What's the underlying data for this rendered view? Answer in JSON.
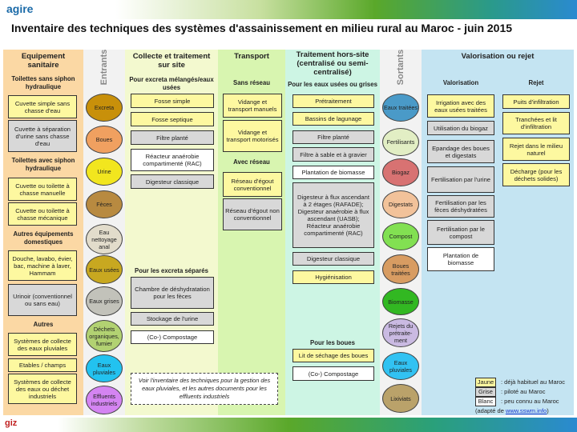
{
  "logo": "agire",
  "title": "Inventaire des techniques des systèmes d'assainissement en milieu rural au Maroc - juin 2015",
  "colors": {
    "jaune": "#fdf8a0",
    "grise": "#d8d8d8",
    "blanc": "#ffffff"
  },
  "columns": {
    "equipement": "Equipement sanitaire",
    "entrants": "Entrants",
    "collecte": "Collecte et traitement sur site",
    "transport": "Transport",
    "traitement": "Traitement hors-site (centralisé ou semi-centralisé)",
    "sortants": "Sortants",
    "valorisation": "Valorisation ou rejet"
  },
  "equipement": {
    "headings": [
      "Toilettes sans siphon hydraulique",
      "Toilettes avec siphon hydraulique",
      "Autres équipements domestiques",
      "Autres"
    ],
    "boxes": [
      {
        "text": "Cuvette simple sans chasse d'eau",
        "status": "jaune"
      },
      {
        "text": "Cuvette à séparation d'urine sans chasse d'eau",
        "status": "grise"
      },
      {
        "text": "Cuvette ou toilette à chasse manuelle",
        "status": "jaune"
      },
      {
        "text": "Cuvette ou toilette à chasse mécanique",
        "status": "jaune"
      },
      {
        "text": "Douche, lavabo, évier, bac, machine à laver, Hammam",
        "status": "jaune"
      },
      {
        "text": "Urinoir (conventionnel ou sans eau)",
        "status": "grise"
      },
      {
        "text": "Systèmes de collecte des eaux pluviales",
        "status": "jaune"
      },
      {
        "text": "Etables / champs",
        "status": "jaune"
      },
      {
        "text": "Systèmes de collecte des eaux ou déchet industriels",
        "status": "jaune"
      }
    ]
  },
  "entrants": [
    {
      "text": "Excreta",
      "color": "#c8900a"
    },
    {
      "text": "Boues",
      "color": "#f0a060"
    },
    {
      "text": "Urine",
      "color": "#f2e61e"
    },
    {
      "text": "Fèces",
      "color": "#b88a40"
    },
    {
      "text": "Eau nettoyage anal",
      "color": "#e2dccb"
    },
    {
      "text": "Eaux usées",
      "color": "#c8a820"
    },
    {
      "text": "Eaux grises",
      "color": "#c2c2ba"
    },
    {
      "text": "Déchets organiques, fumier",
      "color": "#b2d272"
    },
    {
      "text": "Eaux pluviales",
      "color": "#22c2f0"
    },
    {
      "text": "Effluents industriels",
      "color": "#d484f2"
    }
  ],
  "collecte": {
    "headings": [
      "Pour excreta mélangés/eaux usées",
      "Pour les excreta séparés"
    ],
    "boxes": [
      {
        "text": "Fosse simple",
        "status": "jaune"
      },
      {
        "text": "Fosse septique",
        "status": "jaune"
      },
      {
        "text": "Filtre planté",
        "status": "grise"
      },
      {
        "text": "Réacteur anaérobie compartimenté (RAC)",
        "status": "blanc"
      },
      {
        "text": "Digesteur classique",
        "status": "grise"
      },
      {
        "text": "Chambre de déshydratation pour les fèces",
        "status": "grise"
      },
      {
        "text": "Stockage de l'urine",
        "status": "grise"
      },
      {
        "text": "(Co-) Compostage",
        "status": "blanc"
      }
    ],
    "note": "Voir l'inventaire des techniques pour la gestion des eaux pluviales, et les autres documents pour les effluents industriels"
  },
  "transport": {
    "headings": [
      "Sans réseau",
      "Avec réseau"
    ],
    "boxes": [
      {
        "text": "Vidange et transport manuels",
        "status": "jaune"
      },
      {
        "text": "Vidange et transport motorisés",
        "status": "jaune"
      },
      {
        "text": "Réseau d'égout conventionnel",
        "status": "jaune"
      },
      {
        "text": "Réseau d'égout non conventionnel",
        "status": "grise"
      }
    ]
  },
  "traitement": {
    "headings": [
      "Pour les eaux usées ou grises",
      "Pour les boues"
    ],
    "boxes": [
      {
        "text": "Prétraitement",
        "status": "jaune"
      },
      {
        "text": "Bassins de lagunage",
        "status": "jaune"
      },
      {
        "text": "Filtre planté",
        "status": "grise"
      },
      {
        "text": "Filtre à sable et à gravier",
        "status": "grise"
      },
      {
        "text": "Plantation de biomasse",
        "status": "blanc"
      },
      {
        "text": "Digesteur à flux ascendant à 2 étages (RAFADE); Digesteur anaérobie à flux ascendant (UASB); Réacteur anaérobie compartimenté (RAC)",
        "status": "grise"
      },
      {
        "text": "Digesteur classique",
        "status": "grise"
      },
      {
        "text": "Hygiénisation",
        "status": "jaune"
      },
      {
        "text": "Lit de séchage des boues",
        "status": "jaune"
      },
      {
        "text": "(Co-) Compostage",
        "status": "blanc"
      }
    ]
  },
  "sortants": [
    {
      "text": "Eaux traitées",
      "color": "#4a9ac8"
    },
    {
      "text": "Fertilisants",
      "color": "#e2eec4"
    },
    {
      "text": "Biogaz",
      "color": "#d87272"
    },
    {
      "text": "Digestats",
      "color": "#f2c29a"
    },
    {
      "text": "Compost",
      "color": "#82e052"
    },
    {
      "text": "Boues traitées",
      "color": "#d89c62"
    },
    {
      "text": "Biomasse",
      "color": "#32b822"
    },
    {
      "text": "Rejets du prétraite-ment",
      "color": "#cabae2"
    },
    {
      "text": "Eaux pluviales",
      "color": "#32c2f2"
    },
    {
      "text": "Lixiviats",
      "color": "#baa26a"
    }
  ],
  "valorisation": {
    "headings": [
      "Valorisation",
      "Rejet"
    ],
    "boxes": [
      {
        "text": "Irrigation avec des eaux usées traitées",
        "status": "jaune"
      },
      {
        "text": "Utilisation du biogaz",
        "status": "grise"
      },
      {
        "text": "Epandage des boues et digestats",
        "status": "grise"
      },
      {
        "text": "Fertilisation par l'urine",
        "status": "grise"
      },
      {
        "text": "Fertilisation par les fèces déshydratées",
        "status": "grise"
      },
      {
        "text": "Fertilisation par le compost",
        "status": "grise"
      },
      {
        "text": "Plantation de biomasse",
        "status": "blanc"
      }
    ],
    "rejet": [
      {
        "text": "Puits d'infiltration",
        "status": "jaune"
      },
      {
        "text": "Tranchées et lit d'infiltration",
        "status": "jaune"
      },
      {
        "text": "Rejet dans le milieu naturel",
        "status": "jaune"
      },
      {
        "text": "Décharge (pour les déchets solides)",
        "status": "jaune"
      }
    ]
  },
  "legend": [
    {
      "label": "Jaune",
      "desc": ": déjà habituel au Maroc",
      "status": "jaune"
    },
    {
      "label": "Grise",
      "desc": ": piloté au Maroc",
      "status": "grise"
    },
    {
      "label": "Blanc",
      "desc": ": peu connu au Maroc",
      "status": "blanc"
    }
  ],
  "source": {
    "prefix": "(adapté de ",
    "link": "www.sswm.info",
    "suffix": ")"
  },
  "footer": {
    "logo": "giz"
  }
}
